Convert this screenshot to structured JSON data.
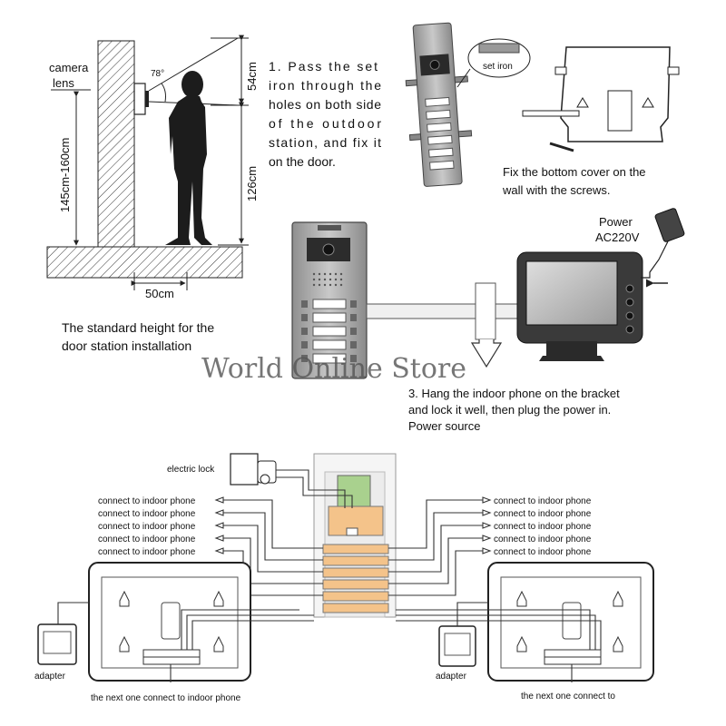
{
  "figure1": {
    "camera_lens_label_1": "camera",
    "camera_lens_label_2": "lens",
    "angle_label": "78°",
    "height_range_label": "145cm-160cm",
    "top_dim_label": "54cm",
    "bottom_dim_label": "126cm",
    "distance_label": "50cm",
    "caption_line_1": "The standard height for the",
    "caption_line_2": "door station installation"
  },
  "step1": {
    "line_1": "1. Pass the set",
    "line_2": "iron through the",
    "line_3": "holes on both side",
    "line_4": "of the outdoor",
    "line_5": "station, and fix it",
    "line_6": "on the door.",
    "set_iron_label": "set iron"
  },
  "step2": {
    "line_1": "Fix the bottom cover on the",
    "line_2": "wall with the screws."
  },
  "step3": {
    "power_label": "Power",
    "ac_label": "AC220V",
    "line_1": "3. Hang the indoor phone on the bracket",
    "line_2": "and lock it well, then plug the power in.",
    "line_3": "Power source"
  },
  "watermark": "World Online Store",
  "wiring": {
    "electric_lock_label": "electric lock",
    "connect_label": "connect to indoor phone",
    "left_connects": [
      "connect to indoor phone",
      "connect to indoor phone",
      "connect to indoor phone",
      "connect to indoor phone",
      "connect to indoor phone"
    ],
    "right_connects": [
      "connect to indoor phone",
      "connect to indoor phone",
      "connect to indoor phone",
      "connect to indoor phone",
      "connect to indoor phone"
    ],
    "adapter_left": "adapter",
    "adapter_right": "adapter",
    "next_left": "the next one connect to indoor phone",
    "next_right": "the next one connect to"
  },
  "colors": {
    "board_green": "#a9d18e",
    "board_orange": "#f4c38a",
    "panel_gray": "#a9a9a9",
    "dark": "#222222"
  }
}
